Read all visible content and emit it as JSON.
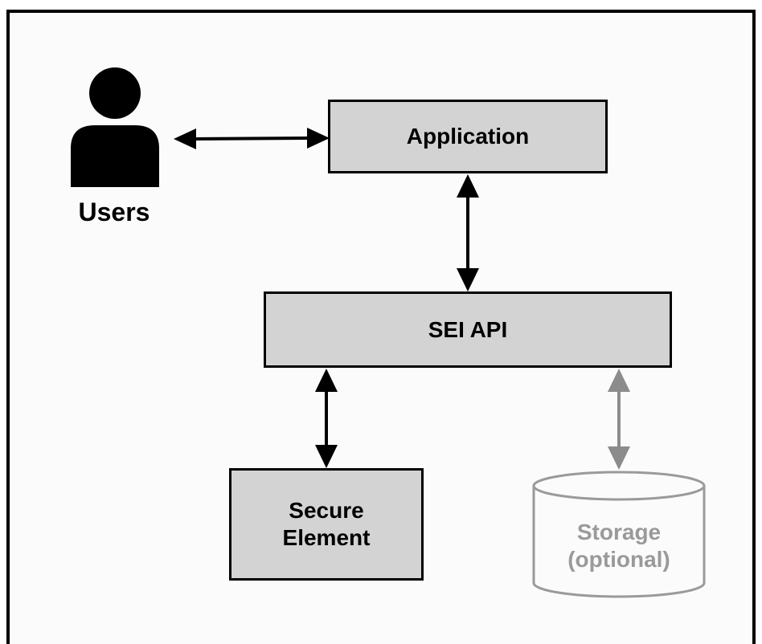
{
  "nodes": {
    "users": {
      "label": "Users",
      "icon": "user-icon"
    },
    "application": {
      "label": "Application"
    },
    "sei_api": {
      "label": "SEI API"
    },
    "secure_element": {
      "line1": "Secure",
      "line2": "Element"
    },
    "storage": {
      "line1": "Storage",
      "line2": "(optional)",
      "icon": "database-cylinder-icon"
    }
  },
  "edges": [
    {
      "from": "users",
      "to": "application",
      "direction": "both",
      "color": "#000000"
    },
    {
      "from": "application",
      "to": "sei_api",
      "direction": "both",
      "color": "#000000"
    },
    {
      "from": "sei_api",
      "to": "secure_element",
      "direction": "both",
      "color": "#000000"
    },
    {
      "from": "sei_api",
      "to": "storage",
      "direction": "both",
      "color": "#8c8c8c"
    }
  ],
  "colors": {
    "box_fill": "#d3d3d3",
    "optional_gray": "#9a9a9a"
  }
}
